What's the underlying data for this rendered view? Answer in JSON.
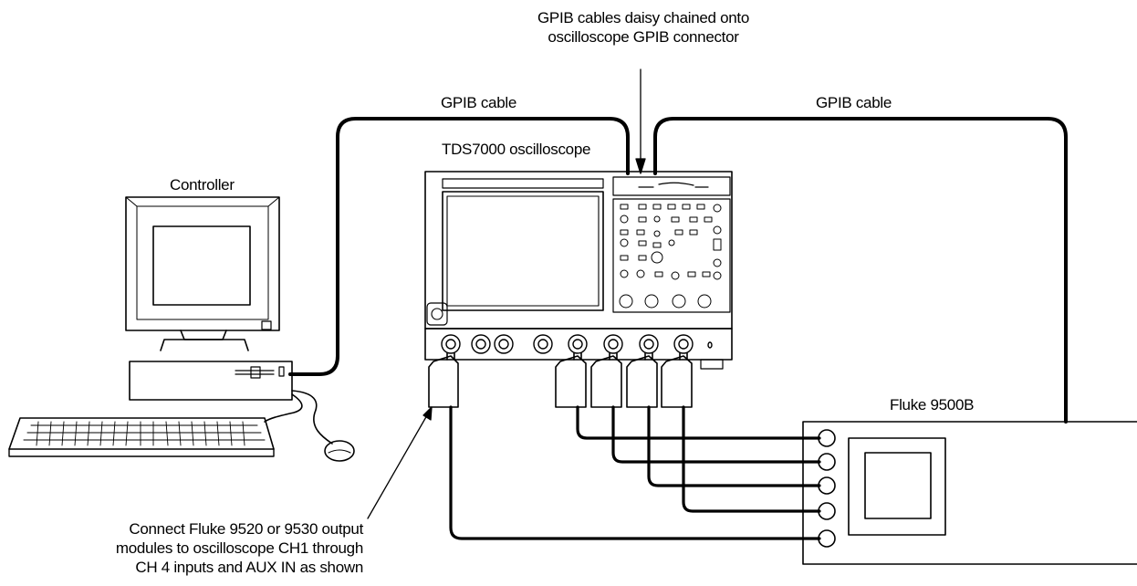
{
  "labels": {
    "gpib_daisy_chain_note": [
      "GPIB cables daisy chained onto",
      "oscilloscope GPIB connector"
    ],
    "gpib_cable_left": "GPIB cable",
    "gpib_cable_right": "GPIB cable",
    "oscilloscope": "TDS7000 oscilloscope",
    "controller": "Controller",
    "calibrator": "Fluke 9500B",
    "module_connection_note": [
      "Connect Fluke 9520 or 9530 output",
      "modules to oscilloscope CH1 through",
      "CH 4 inputs and AUX IN as shown"
    ]
  },
  "icons": {
    "controller_computer": "desktop-computer-icon",
    "oscilloscope": "oscilloscope-icon",
    "calibrator": "calibrator-icon",
    "output_module": "output-module-icon"
  }
}
